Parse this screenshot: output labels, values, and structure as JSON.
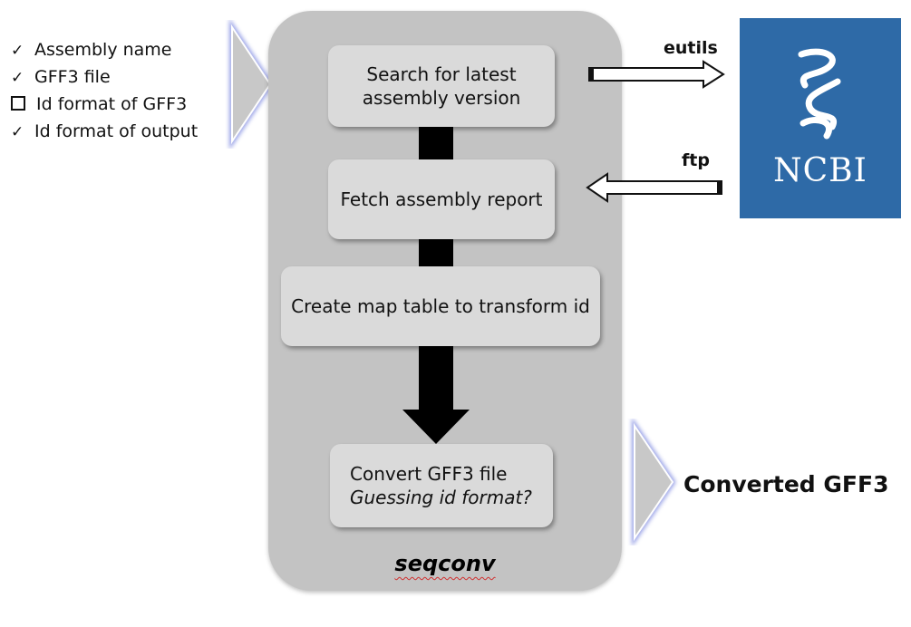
{
  "inputs": {
    "items": [
      {
        "state": "checked",
        "label": "Assembly name"
      },
      {
        "state": "checked",
        "label": "GFF3 file"
      },
      {
        "state": "unchecked",
        "label": "Id format of GFF3"
      },
      {
        "state": "checked",
        "label": "Id format of output"
      }
    ]
  },
  "panel": {
    "steps": [
      {
        "line1": "Search for latest",
        "line2": "assembly version"
      },
      {
        "line1": "Fetch assembly report"
      },
      {
        "line1": "Create map table to transform id"
      },
      {
        "line1": "Convert GFF3 file",
        "line2": "Guessing id format?"
      }
    ],
    "tool_name": "seqconv"
  },
  "links": {
    "eutils_label": "eutils",
    "ftp_label": "ftp"
  },
  "ncbi": {
    "logo_text": "NCBI"
  },
  "output": {
    "label": "Converted GFF3"
  },
  "colors": {
    "panel_bg": "#c3c3c3",
    "step_bg": "#dadada",
    "ncbi_blue": "#2e6aa7",
    "chevron_fill": "#c8c8c8",
    "chevron_glow": "#7d88e0"
  }
}
